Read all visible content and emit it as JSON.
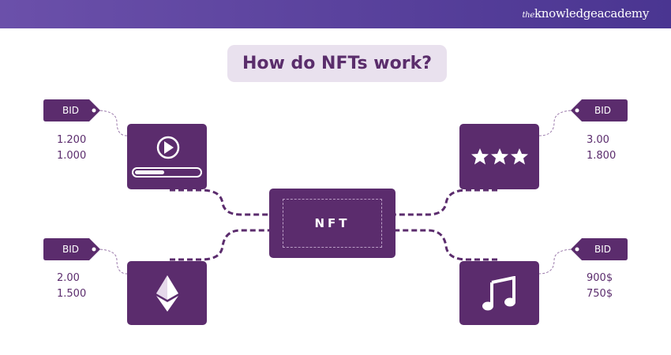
{
  "brand": {
    "prefix": "the",
    "name": "knowledgeacademy"
  },
  "title": "How do NFTs work?",
  "center": {
    "label": "NFT"
  },
  "items": [
    {
      "icon": "video-player-icon",
      "tag": "BID",
      "values": [
        "1.200",
        "1.000"
      ]
    },
    {
      "icon": "ethereum-icon",
      "tag": "BID",
      "values": [
        "2.00",
        "1.500"
      ]
    },
    {
      "icon": "stars-icon",
      "tag": "BID",
      "values": [
        "3.00",
        "1.800"
      ]
    },
    {
      "icon": "music-note-icon",
      "tag": "BID",
      "values": [
        "900$",
        "750$"
      ]
    }
  ],
  "colors": {
    "primary": "#5b2c6d",
    "header": "#5a42a0",
    "title_bg": "#e9e1ee"
  }
}
